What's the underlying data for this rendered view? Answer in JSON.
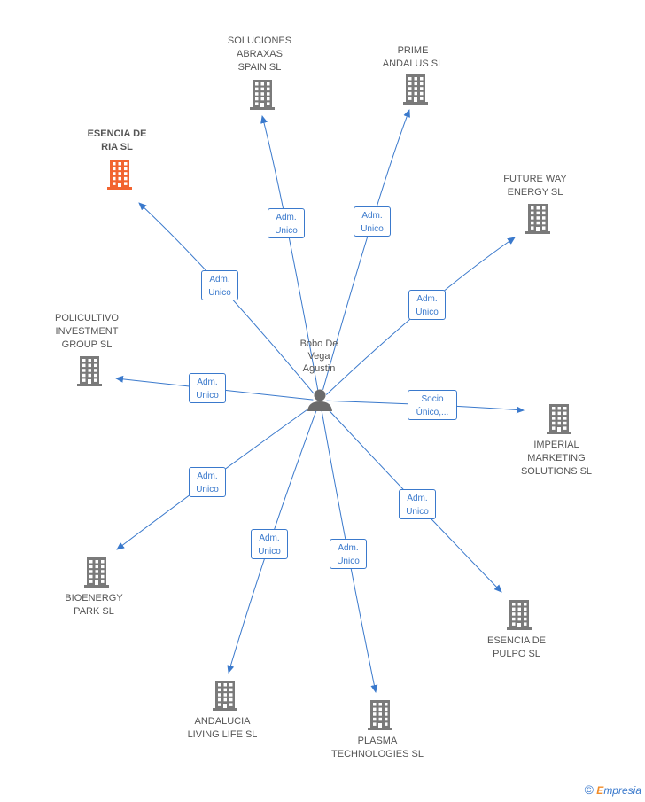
{
  "colors": {
    "edge": "#3a79cc",
    "building": "#7a7a7a",
    "highlight": "#f26430",
    "person": "#6b6b6b"
  },
  "center": {
    "label_lines": [
      "Bobo De",
      "Vega",
      "Agustin"
    ],
    "icon": "person-icon"
  },
  "nodes": [
    {
      "id": "esencia-de-ria",
      "lines": [
        "ESENCIA DE",
        "RIA SL"
      ],
      "highlight": true,
      "relation": [
        "Adm.",
        "Unico"
      ]
    },
    {
      "id": "soluciones-abraxas",
      "lines": [
        "SOLUCIONES",
        "ABRAXAS",
        "SPAIN SL"
      ],
      "highlight": false,
      "relation": [
        "Adm.",
        "Unico"
      ]
    },
    {
      "id": "prime-andalus",
      "lines": [
        "PRIME",
        "ANDALUS SL"
      ],
      "highlight": false,
      "relation": [
        "Adm.",
        "Unico"
      ]
    },
    {
      "id": "future-way-energy",
      "lines": [
        "FUTURE WAY",
        "ENERGY SL"
      ],
      "highlight": false,
      "relation": [
        "Adm.",
        "Unico"
      ]
    },
    {
      "id": "policultivo",
      "lines": [
        "POLICULTIVO",
        "INVESTMENT",
        "GROUP SL"
      ],
      "highlight": false,
      "relation": [
        "Adm.",
        "Unico"
      ]
    },
    {
      "id": "imperial-marketing",
      "lines": [
        "IMPERIAL",
        "MARKETING",
        "SOLUTIONS SL"
      ],
      "highlight": false,
      "relation": [
        "Socio",
        "Único,..."
      ]
    },
    {
      "id": "bioenergy-park",
      "lines": [
        "BIOENERGY",
        "PARK SL"
      ],
      "highlight": false,
      "relation": [
        "Adm.",
        "Unico"
      ]
    },
    {
      "id": "esencia-de-pulpo",
      "lines": [
        "ESENCIA DE",
        "PULPO SL"
      ],
      "highlight": false,
      "relation": [
        "Adm.",
        "Unico"
      ]
    },
    {
      "id": "andalucia-living-life",
      "lines": [
        "ANDALUCIA",
        "LIVING LIFE SL"
      ],
      "highlight": false,
      "relation": [
        "Adm.",
        "Unico"
      ]
    },
    {
      "id": "plasma-technologies",
      "lines": [
        "PLASMA",
        "TECHNOLOGIES SL"
      ],
      "highlight": false,
      "relation": [
        "Adm.",
        "Unico"
      ]
    }
  ],
  "footer": {
    "copyright": "©",
    "brand_initial": "E",
    "brand_rest": "mpresia"
  }
}
